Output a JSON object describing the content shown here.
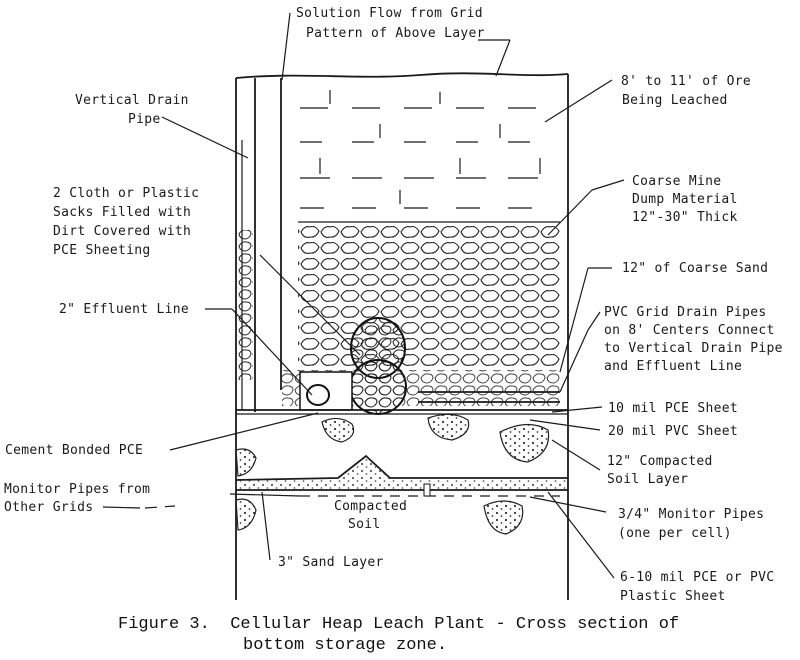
{
  "labels": {
    "solution_flow_1": "Solution Flow from Grid",
    "solution_flow_2": "Pattern of Above Layer",
    "ore_1": "8' to 11' of Ore",
    "ore_2": "Being Leached",
    "vertical_drain_1": "Vertical Drain",
    "vertical_drain_2": "Pipe",
    "coarse_dump_1": "Coarse Mine",
    "coarse_dump_2": "Dump Material",
    "coarse_dump_3": "12\"-30\" Thick",
    "sacks_1": "2 Cloth or Plastic",
    "sacks_2": "Sacks Filled with",
    "sacks_3": "Dirt Covered with",
    "sacks_4": "PCE Sheeting",
    "coarse_sand": "12\" of Coarse Sand",
    "effluent_line": "2\" Effluent Line",
    "pvc_grid_1": "PVC Grid Drain Pipes",
    "pvc_grid_2": "on 8' Centers Connect",
    "pvc_grid_3": "to Vertical Drain Pipe",
    "pvc_grid_4": "and Effluent Line",
    "pce_10mil": "10 mil PCE Sheet",
    "pvc_20mil": "20 mil PVC Sheet",
    "cement_bonded": "Cement Bonded PCE",
    "compacted_soil_layer_1": "12\" Compacted",
    "compacted_soil_layer_2": "Soil Layer",
    "monitor_other_1": "Monitor Pipes from",
    "monitor_other_2": "Other Grids",
    "compacted_soil_1": "Compacted",
    "compacted_soil_2": "Soil",
    "monitor_cell_1": "3/4\" Monitor Pipes",
    "monitor_cell_2": "(one per cell)",
    "sand_layer": "3\" Sand Layer",
    "plastic_sheet_1": "6-10 mil PCE or PVC",
    "plastic_sheet_2": "Plastic Sheet"
  },
  "caption": {
    "line1": "Figure 3.  Cellular Heap Leach Plant - Cross section of",
    "line2": "bottom storage zone."
  }
}
